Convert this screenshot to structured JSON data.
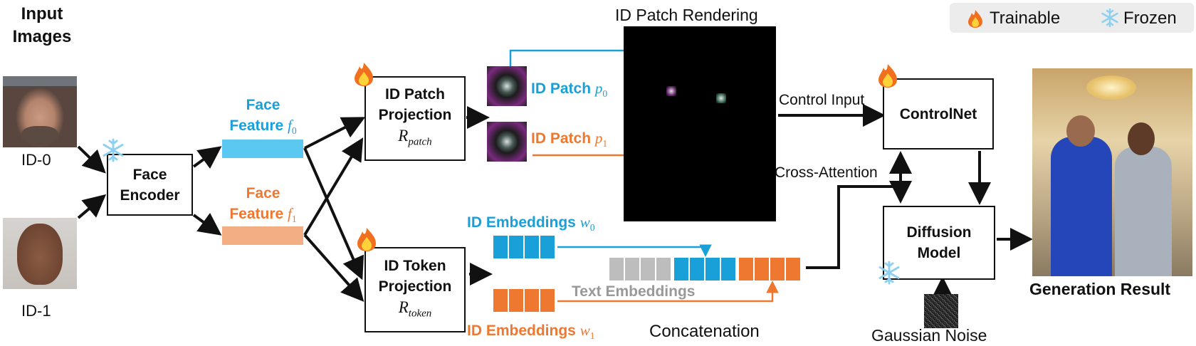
{
  "title": {
    "line1": "Input",
    "line2": "Images"
  },
  "legend": {
    "trainable": "Trainable",
    "frozen": "Frozen",
    "trainable_icon": "fire-icon",
    "frozen_icon": "snowflake-icon"
  },
  "inputs": [
    {
      "label": "ID-0"
    },
    {
      "label": "ID-1"
    }
  ],
  "face_encoder": {
    "line1": "Face",
    "line2": "Encoder"
  },
  "face_features": [
    {
      "line1": "Face",
      "line2": "Feature",
      "symbol": "f",
      "sub": "0",
      "color": "#1aa0d8",
      "bar_color": "#5bc8f2"
    },
    {
      "line1": "Face",
      "line2": "Feature",
      "symbol": "f",
      "sub": "1",
      "color": "#ee7830",
      "bar_color": "#f4ae84"
    }
  ],
  "patch_projection": {
    "line1": "ID Patch",
    "line2": "Projection",
    "symbol": "R",
    "sub": "patch"
  },
  "token_projection": {
    "line1": "ID Token",
    "line2": "Projection",
    "symbol": "R",
    "sub": "token"
  },
  "id_patches": [
    {
      "label": "ID Patch",
      "symbol": "p",
      "sub": "0"
    },
    {
      "label": "ID Patch",
      "symbol": "p",
      "sub": "1"
    }
  ],
  "rendering": {
    "title": "ID Patch Rendering"
  },
  "embeddings": [
    {
      "label": "ID Embeddings",
      "symbol": "w",
      "sub": "0"
    },
    {
      "label": "ID Embeddings",
      "symbol": "w",
      "sub": "1"
    }
  ],
  "text_embeddings": "Text Embeddings",
  "concatenation": "Concatenation",
  "control_input": "Control Input",
  "cross_attention": "Cross-Attention",
  "controlnet": "ControlNet",
  "diffusion": {
    "line1": "Diffusion",
    "line2": "Model"
  },
  "gaussian_noise": "Gaussian Noise",
  "generation_result": "Generation Result",
  "colors": {
    "blue": "#1aa0d8",
    "orange": "#ee7830",
    "gray": "#bdbdbd",
    "black": "#000000"
  }
}
